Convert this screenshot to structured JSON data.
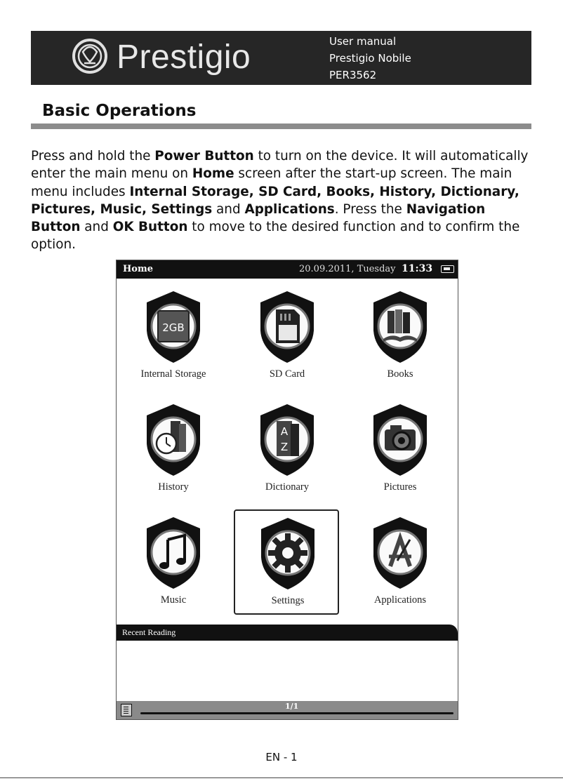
{
  "header": {
    "brand": "Prestigio",
    "doc_type": "User manual",
    "model_name": "Prestigio Nobile",
    "model_code": "PER3562"
  },
  "section": {
    "title": "Basic Operations"
  },
  "intro": {
    "t1": "Press and hold the ",
    "b1": "Power Button",
    "t2": " to turn on the device. It will automatically enter the main menu on ",
    "b2": "Home",
    "t3": " screen after the start-up screen. The main menu includes ",
    "b3": "Internal Storage, SD Card, Books, History, Dictionary, Pictures, Music, Settings",
    "t4": " and ",
    "b4": "Applications",
    "t5": ". Press the ",
    "b5": "Navigation Button",
    "t6": " and ",
    "b6": "OK Button",
    "t7": " to move to the desired function and to confirm the option."
  },
  "device": {
    "status": {
      "title": "Home",
      "date": "20.09.2011, Tuesday",
      "time": "11:33"
    },
    "menu": [
      {
        "label": "Internal Storage",
        "icon": "memory-chip-icon",
        "badge": "2GB"
      },
      {
        "label": "SD Card",
        "icon": "sd-card-icon"
      },
      {
        "label": "Books",
        "icon": "books-icon"
      },
      {
        "label": "History",
        "icon": "history-clock-icon"
      },
      {
        "label": "Dictionary",
        "icon": "dictionary-icon",
        "badge_a": "A",
        "badge_z": "Z"
      },
      {
        "label": "Pictures",
        "icon": "camera-icon"
      },
      {
        "label": "Music",
        "icon": "music-note-icon"
      },
      {
        "label": "Settings",
        "icon": "gear-icon",
        "selected": true
      },
      {
        "label": "Applications",
        "icon": "applications-icon"
      }
    ],
    "recent_reading": "Recent Reading",
    "page_indicator": "1/1"
  },
  "footer": {
    "page": "EN - 1"
  }
}
